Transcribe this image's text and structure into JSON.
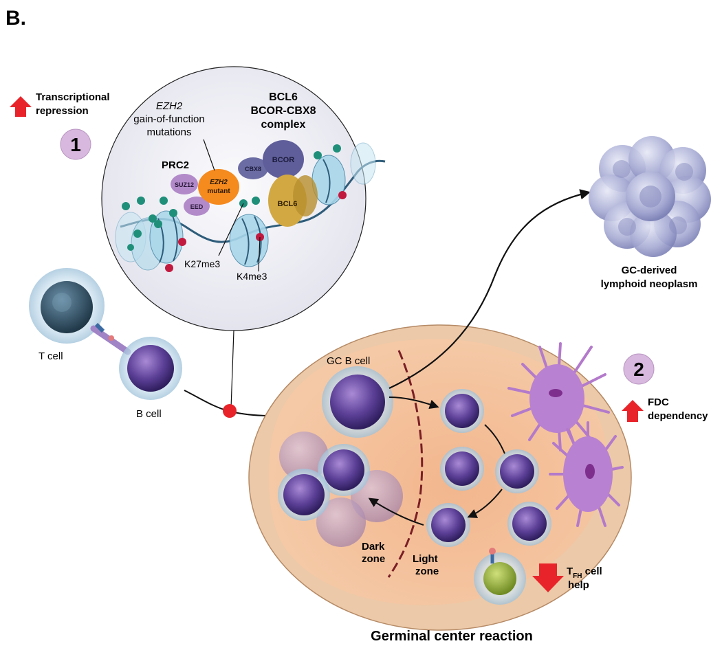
{
  "panel_label": "B.",
  "repression": {
    "line1": "Transcriptional",
    "line2": "repression"
  },
  "step1": "1",
  "step2": "2",
  "inset": {
    "ezh2_line1": "EZH2",
    "ezh2_line2": "gain-of-function",
    "ezh2_line3": "mutations",
    "bcl6_line1": "BCL6",
    "bcl6_line2": "BCOR-CBX8",
    "bcl6_line3": "complex",
    "prc2": "PRC2",
    "suz12": "SUZ12",
    "eed": "EED",
    "ezh2_mut_line1": "EZH2",
    "ezh2_mut_line2": "mutant",
    "cbx8": "CBX8",
    "bcor": "BCOR",
    "bcl6": "BCL6",
    "k27": "K27me3",
    "k4": "K4me3"
  },
  "cells": {
    "t_cell": "T cell",
    "b_cell": "B cell",
    "gc_b_cell": "GC B cell"
  },
  "neoplasm": {
    "line1": "GC-derived",
    "line2": "lymphoid neoplasm"
  },
  "fdc": {
    "line1": "FDC",
    "line2": "dependency"
  },
  "tfh": {
    "prefix": "T",
    "sub": "FH",
    "suffix": " cell",
    "line2": "help"
  },
  "zones": {
    "dark_line1": "Dark",
    "dark_line2": "zone",
    "light_line1": "Light",
    "light_line2": "zone"
  },
  "caption": "Germinal center reaction",
  "colors": {
    "red_arrow": "#e8242a",
    "step_circle": "#d8b8de",
    "inset_bg": "#ececf4",
    "gc_outer": "#ecc9a8",
    "gc_inner": "#f0b690",
    "ezh2_mutant": "#f58a1f",
    "prc2_subunit": "#b28ac9",
    "bcor": "#5f5e9a",
    "bcl6": "#d2a843",
    "nucleosome": "#a9d7ea",
    "methyl_k27": "#1f8f7a",
    "methyl_k4": "#c2193f",
    "b_cell": "#5b3f96",
    "fdc": "#a970c6",
    "tfh_cell": "#8fae3a"
  }
}
